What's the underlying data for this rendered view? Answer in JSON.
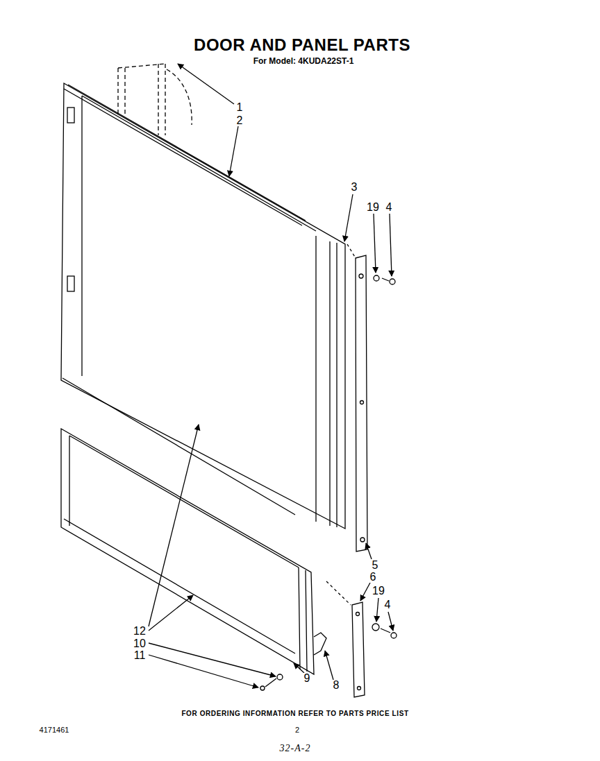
{
  "diagram": {
    "title": "DOOR AND PANEL PARTS",
    "labels": [
      "For Model: 4KUDA22ST-1",
      "1",
      "2",
      "3",
      "19",
      "4",
      "5",
      "6",
      "19",
      "4",
      "12",
      "10",
      "11",
      "9",
      "8",
      "FOR ORDERING INFORMATION REFER TO PARTS PRICE LIST",
      "4171461",
      "2",
      "32-A-2"
    ]
  }
}
